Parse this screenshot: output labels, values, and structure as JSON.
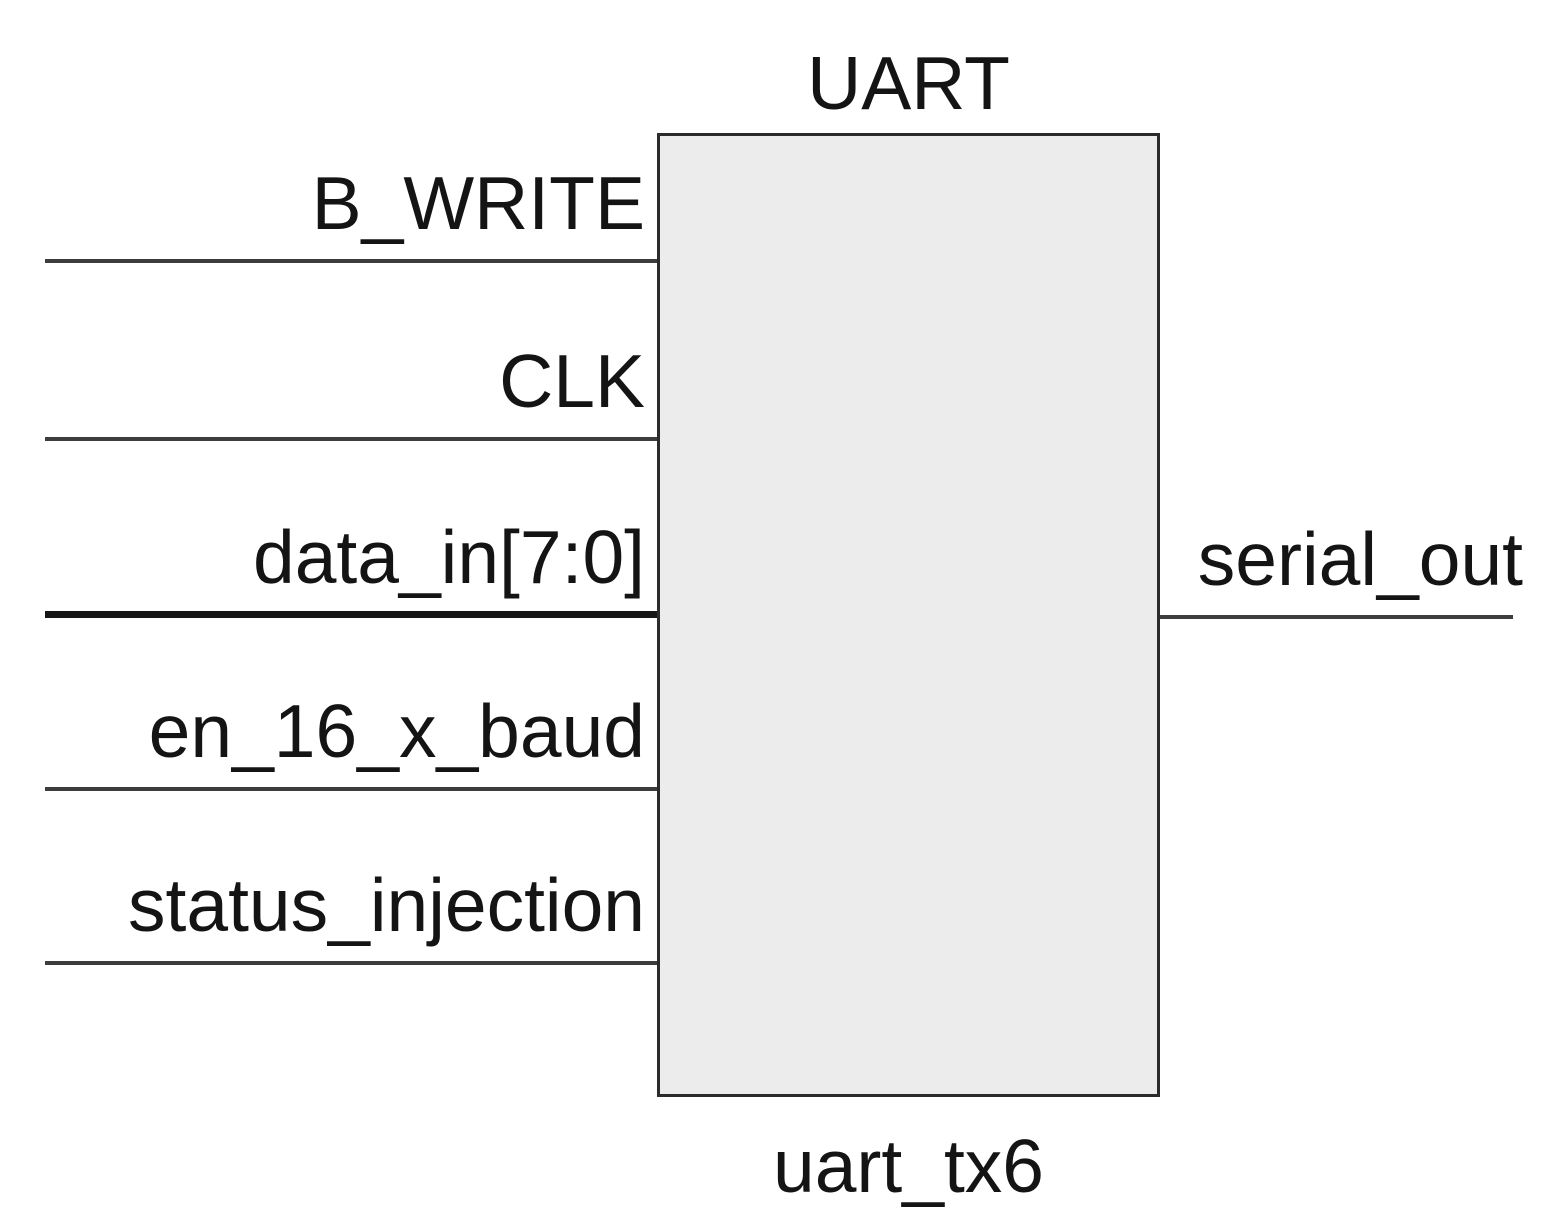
{
  "diagram": {
    "title": "UART",
    "instance_name": "uart_tx6",
    "inputs": [
      {
        "label": "B_WRITE",
        "bus": false
      },
      {
        "label": "CLK",
        "bus": false
      },
      {
        "label": "data_in[7:0]",
        "bus": true
      },
      {
        "label": "en_16_x_baud",
        "bus": false
      },
      {
        "label": "status_injection",
        "bus": false
      }
    ],
    "outputs": [
      {
        "label": "serial_out",
        "bus": false
      }
    ],
    "colors": {
      "block_fill": "#ececec",
      "block_border": "#2b2b2b",
      "wire": "#3d3d3d",
      "bus_wire": "#161616",
      "text": "#141414",
      "background": "#ffffff"
    }
  }
}
